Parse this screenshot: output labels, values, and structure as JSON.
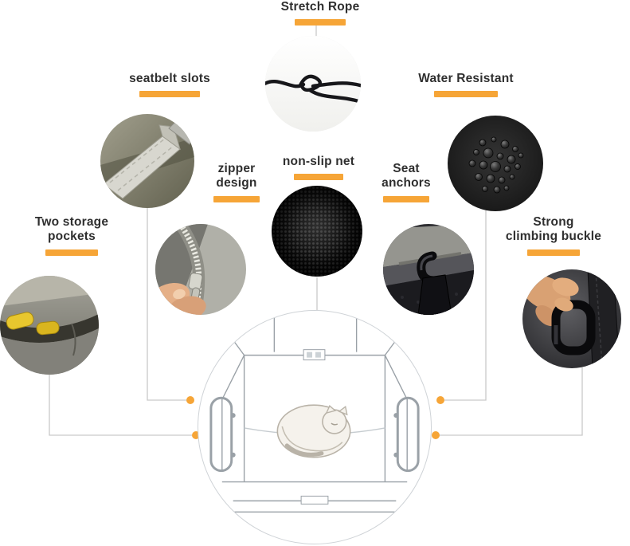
{
  "accent_color": "#f6a537",
  "connector_color": "#c9c9c9",
  "label_color": "#2f2f2f",
  "features": [
    {
      "id": "stretch-rope",
      "label": "Stretch Rope"
    },
    {
      "id": "seatbelt-slots",
      "label": "seatbelt slots"
    },
    {
      "id": "water-resistant",
      "label": "Water Resistant"
    },
    {
      "id": "zipper-design",
      "label": "zipper\ndesign"
    },
    {
      "id": "non-slip-net",
      "label": "non-slip net"
    },
    {
      "id": "seat-anchors",
      "label": "Seat\nanchors"
    },
    {
      "id": "two-storage-pockets",
      "label": "Two storage\npockets"
    },
    {
      "id": "strong-climbing-buckle",
      "label": "Strong\nclimbing buckle"
    }
  ],
  "center_illustration": "car-back-seat-pet-hammock-line-drawing"
}
